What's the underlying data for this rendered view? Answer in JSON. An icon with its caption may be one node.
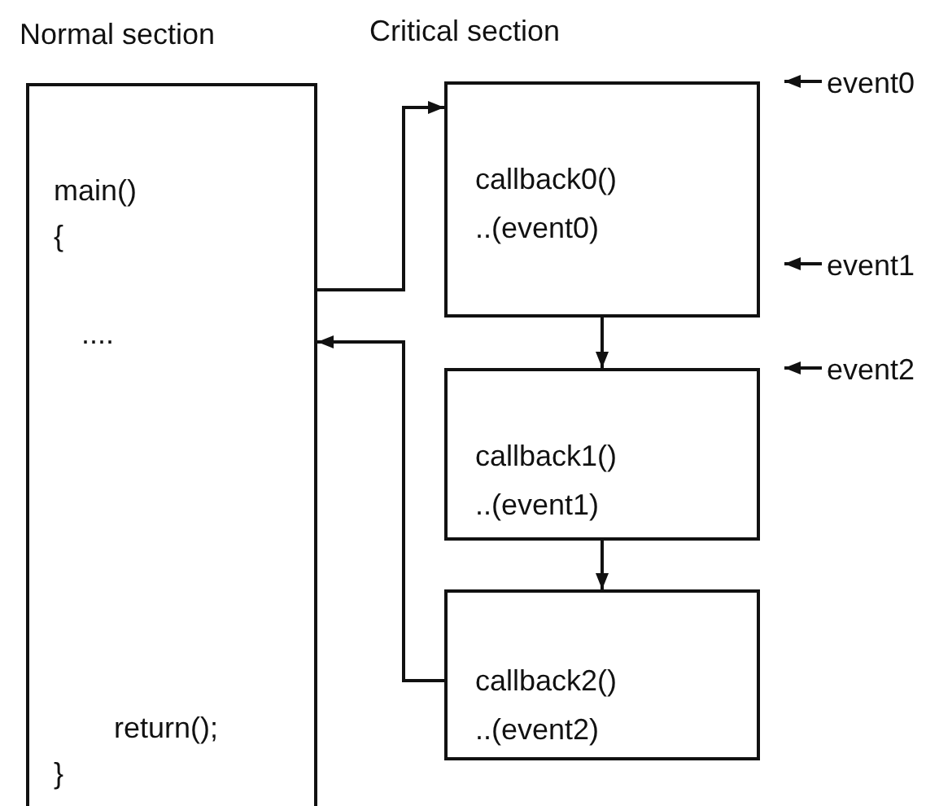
{
  "diagram": {
    "nodes": [
      {
        "text": [
          "Normal section",
          "main() {",
          "....",
          "return(); }"
        ]
      },
      {
        "text": [
          "callback0()",
          "..(event0)"
        ]
      },
      {
        "text": [
          "callback1()",
          "..(event1)"
        ]
      },
      {
        "text": [
          "callback2()",
          "..(event2)"
        ]
      },
      {
        "text": [
          "event0"
        ]
      },
      {
        "text": [
          "event1"
        ]
      },
      {
        "text": [
          "event2"
        ]
      }
    ],
    "edges": [
      {
        "from": 0,
        "to": 1,
        "arrow": "to"
      },
      {
        "from": 1,
        "to": 2,
        "arrow": "to"
      },
      {
        "from": 2,
        "to": 3,
        "arrow": "to"
      },
      {
        "from": 3,
        "to": 0,
        "arrow": "to"
      },
      {
        "from": 4,
        "to": null,
        "arrow": "to"
      },
      {
        "from": 5,
        "to": null,
        "arrow": "to"
      },
      {
        "from": 6,
        "to": null,
        "arrow": "to"
      }
    ],
    "labels": [
      "Critical section"
    ]
  }
}
